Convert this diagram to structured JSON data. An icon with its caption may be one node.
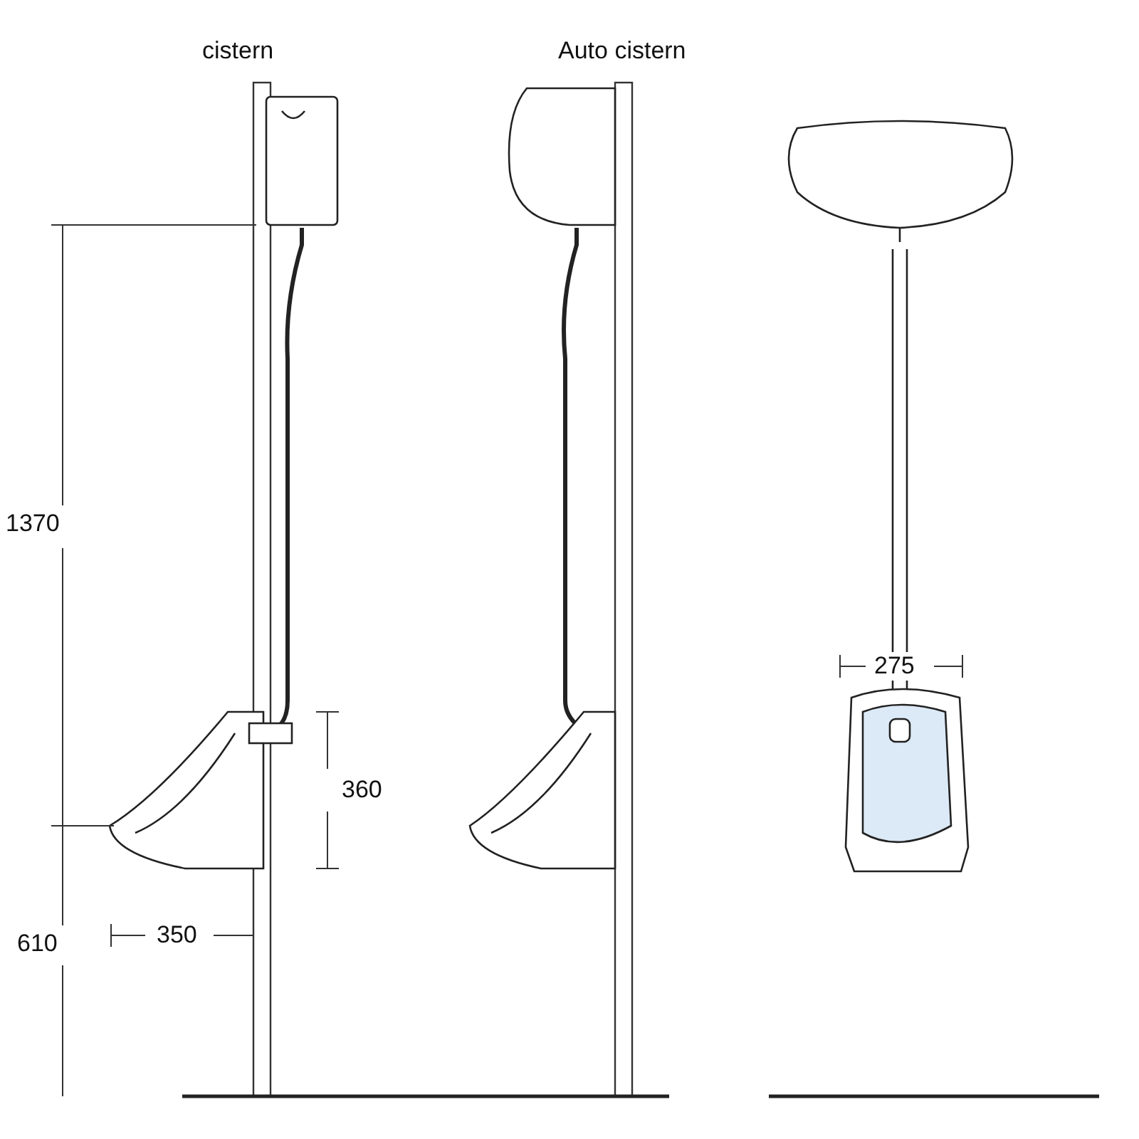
{
  "diagram": {
    "labels": [
      "cistern",
      "Auto cistern",
      "1370",
      "275",
      "360",
      "350",
      "610"
    ]
  }
}
